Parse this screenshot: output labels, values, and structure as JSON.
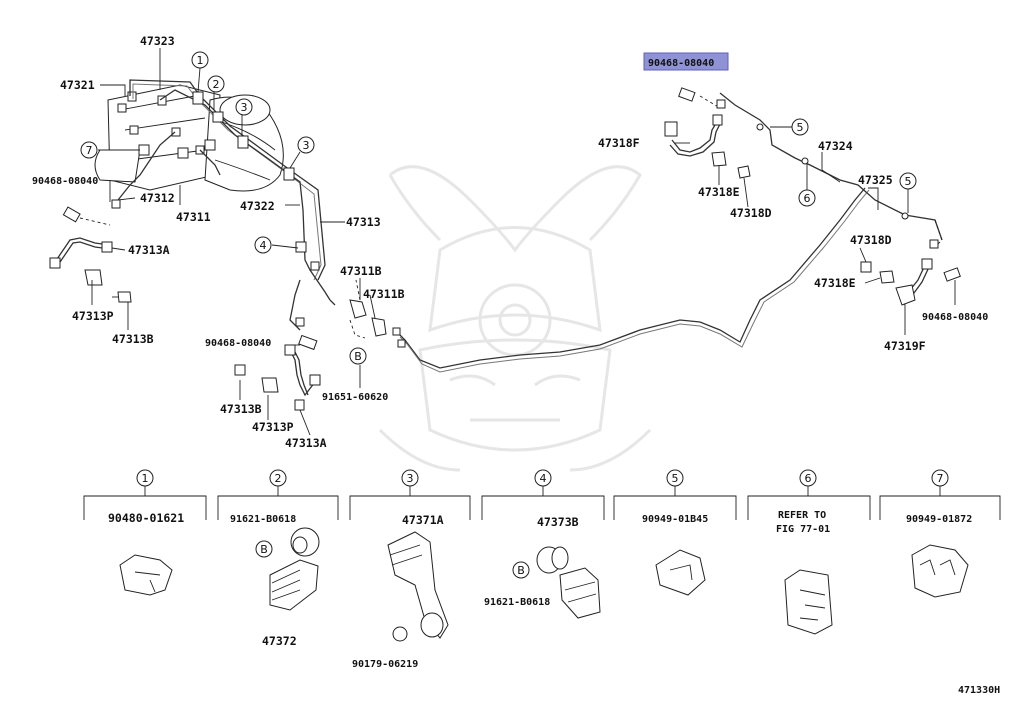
{
  "diagram": {
    "figure_code": "471330H",
    "callouts": {
      "c1": "1",
      "c2": "2",
      "c3": "3",
      "c4": "4",
      "c5": "5",
      "c6": "6",
      "c7": "7",
      "b": "B"
    },
    "left_labels": {
      "p47323": "47323",
      "p47321": "47321",
      "p90468_left": "90468-08040",
      "p47312": "47312",
      "p47311": "47311",
      "p47313A_top": "47313A",
      "p47313P_top": "47313P",
      "p47313B_top": "47313B",
      "p47322": "47322",
      "p47313": "47313",
      "p47311B_1": "47311B",
      "p47311B_2": "47311B",
      "p90468_mid": "90468-08040",
      "p91651": "91651-60620",
      "p47313B_bot": "47313B",
      "p47313P_bot": "47313P",
      "p47313A_bot": "47313A"
    },
    "right_labels": {
      "p90468_highlight": "90468-08040",
      "p47318F": "47318F",
      "p47318E_top": "47318E",
      "p47318D_top": "47318D",
      "p47324": "47324",
      "p47325": "47325",
      "p47318D_right": "47318D",
      "p47318E_right": "47318E",
      "p90468_right": "90468-08040",
      "p47319F": "47319F"
    },
    "detail_boxes": [
      {
        "callout": "1",
        "labels": [
          "90480-01621"
        ]
      },
      {
        "callout": "2",
        "labels": [
          "91621-B0618",
          "47372",
          "B"
        ]
      },
      {
        "callout": "3",
        "labels": [
          "47371A",
          "90179-06219"
        ]
      },
      {
        "callout": "4",
        "labels": [
          "47373B",
          "91621-B0618",
          "B"
        ]
      },
      {
        "callout": "5",
        "labels": [
          "90949-01B45"
        ]
      },
      {
        "callout": "6",
        "labels": [
          "REFER TO",
          "FIG 77-01"
        ]
      },
      {
        "callout": "7",
        "labels": [
          "90949-01872"
        ]
      }
    ]
  }
}
